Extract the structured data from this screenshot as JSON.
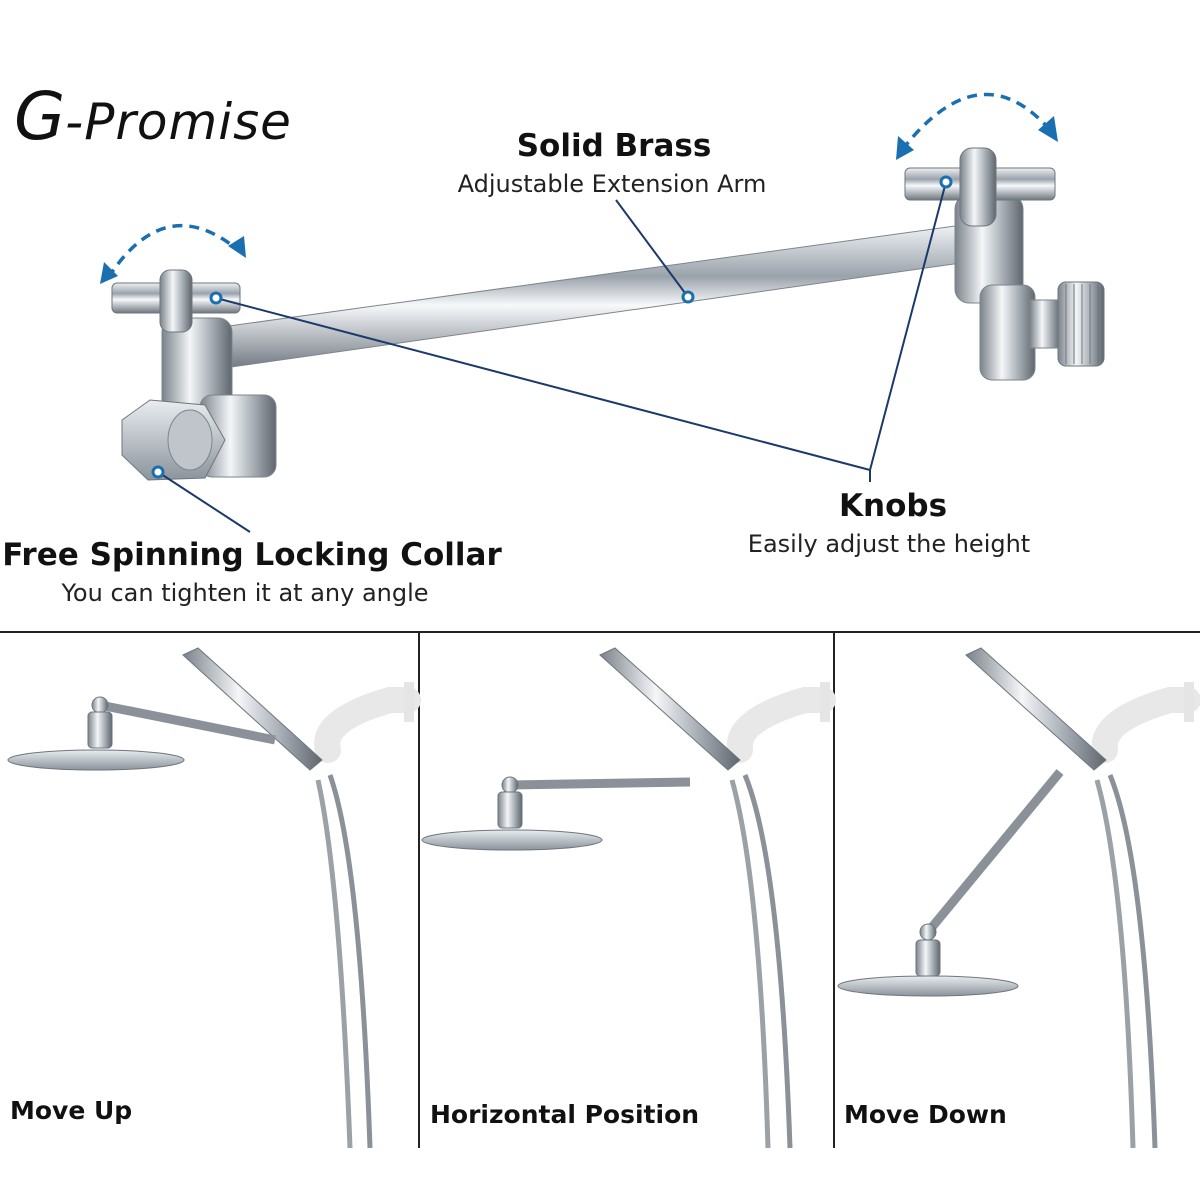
{
  "brand": {
    "letter": "G",
    "name": "-Promise"
  },
  "callouts": {
    "arm_title": "Solid Brass",
    "arm_sub": "Adjustable Extension Arm",
    "knobs_title": "Knobs",
    "knobs_sub": "Easily adjust the height",
    "collar_title": "Free Spinning Locking Collar",
    "collar_sub": "You can tighten it at any angle"
  },
  "panels": [
    {
      "caption": "Move Up"
    },
    {
      "caption": "Horizontal Position"
    },
    {
      "caption": "Move Down"
    }
  ],
  "colors": {
    "accent": "#1a6fb0",
    "line": "#1b3a6b",
    "divider": "#222222",
    "chrome": "#c9ced3"
  }
}
